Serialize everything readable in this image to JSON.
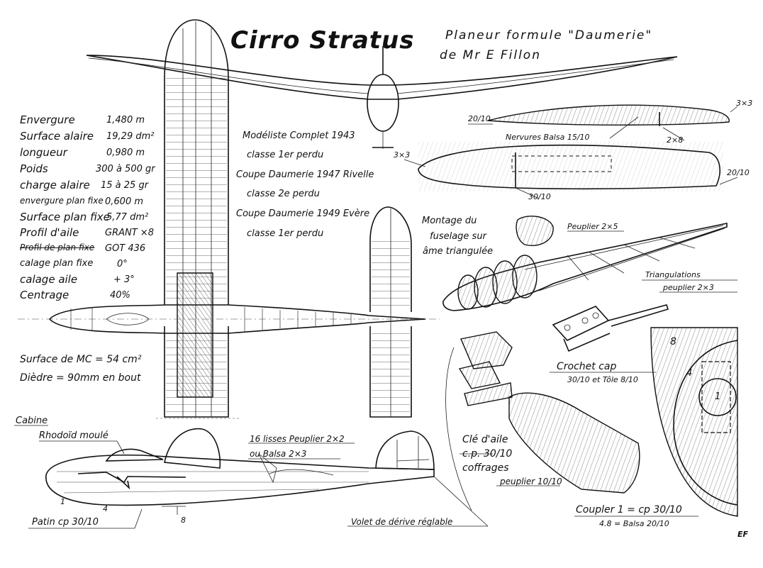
{
  "title": "Cirro Stratus",
  "subtitle": {
    "line1": "Planeur formule \"Daumerie\"",
    "line2": "de  Mr E Fillon"
  },
  "specs": [
    {
      "label": "Envergure",
      "value": "1,480 m"
    },
    {
      "label": "Surface alaire",
      "value": "19,29 dm²"
    },
    {
      "label": "longueur",
      "value": "0,980 m"
    },
    {
      "label": "Poids",
      "value": "300 à 500 gr"
    },
    {
      "label": "charge alaire",
      "value": "15 à 25 gr"
    },
    {
      "label": "envergure plan fixe",
      "value": "0,600 m"
    },
    {
      "label": "Surface plan fixe",
      "value": "5,77 dm²"
    },
    {
      "label": "Profil d'aile",
      "value": "GRANT ×8"
    },
    {
      "label": "Profil de plan fixe",
      "value": "GOT 436"
    },
    {
      "label": "calage plan fixe",
      "value": "0°"
    },
    {
      "label": "calage aile",
      "value": "+ 3°"
    },
    {
      "label": "Centrage",
      "value": "40%"
    }
  ],
  "palmares": [
    "Modéliste Complet 1943",
    "classe 1er perdu",
    "Coupe Daumerie 1947 Rivelle",
    "classe 2e perdu",
    "Coupe Daumerie 1949 Evère",
    "classe 1er perdu"
  ],
  "notes": {
    "mc_surface": "Surface de MC = 54 cm²",
    "dihedral": "Dièdre = 90mm en bout"
  },
  "profile_labels": {
    "rib_label": "Nervures Balsa 15/10",
    "dim_20_10_top": "20/10",
    "dim_3x3_top": "3×3",
    "dim_2x8": "2×8",
    "dim_3x3_left": "3×3",
    "dim_30_10": "30/10",
    "dim_20_10_right": "20/10"
  },
  "fuselage_mount": {
    "heading_1": "Montage du",
    "heading_2": "fuselage sur",
    "heading_3": "âme triangulée",
    "peuplier": "Peuplier 2×5",
    "triang_1": "Triangulations",
    "triang_2": "peuplier 2×3"
  },
  "hook": {
    "label": "Crochet cap",
    "spec": "30/10 et Tôle 8/10"
  },
  "wing_key": {
    "l1": "Clé d'aile",
    "l2": "c.p. 30/10",
    "l3": "coffrages",
    "l4": "peuplier 10/10"
  },
  "side_view": {
    "cabine": "Cabine",
    "rhodoid": "Rhodoïd moulé",
    "lisses_1": "16 lisses Peuplier 2×2",
    "lisses_2": "ou Balsa 2×3",
    "patin": "Patin cp 30/10",
    "volet": "Volet de dérive réglable",
    "num_1": "1",
    "num_4": "4",
    "num_8": "8"
  },
  "couples": {
    "l1": "Coupler 1 = cp 30/10",
    "l2": "4.8 = Balsa 20/10",
    "num_8": "8",
    "num_4": "4",
    "num_1": "1"
  },
  "signature": "EF"
}
